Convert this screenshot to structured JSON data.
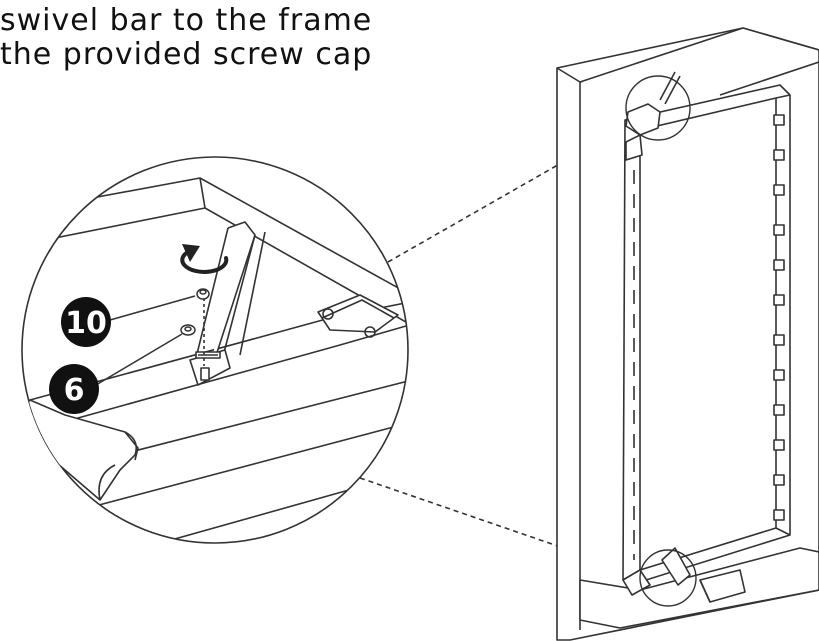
{
  "instruction": {
    "line1": "swivel bar to the frame",
    "line2": "the provided screw cap"
  },
  "callouts": [
    {
      "label": "10",
      "part": "screw-cap"
    },
    {
      "label": "6",
      "part": "washer"
    }
  ],
  "colors": {
    "line": "#2b2b2b",
    "callout_fill": "#111111",
    "callout_text": "#ffffff",
    "background": "#ffffff"
  },
  "icons": [
    "rotate-arrow-icon",
    "screw-cap-icon",
    "washer-icon",
    "bracket-icon"
  ]
}
